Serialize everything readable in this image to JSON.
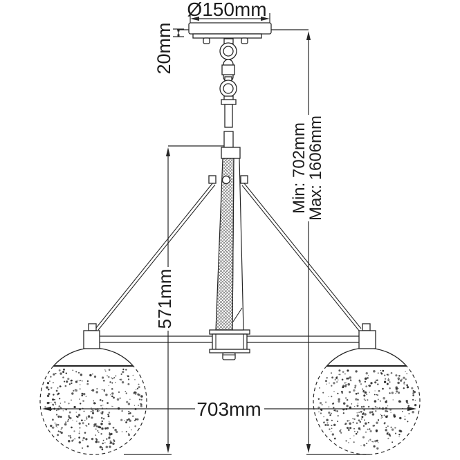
{
  "diagram": {
    "description": "Technical dimension line drawing of a two-light globe chandelier",
    "background_color": "#ffffff",
    "line_color": "#262626",
    "text_color": "#1d1d1d",
    "dimensions": {
      "canopy_diameter": "Ø150mm",
      "canopy_height": "20mm",
      "min_height": "Min: 702mm",
      "max_height": "Max: 1606mm",
      "body_drop": "571mm",
      "overall_width": "703mm"
    }
  }
}
